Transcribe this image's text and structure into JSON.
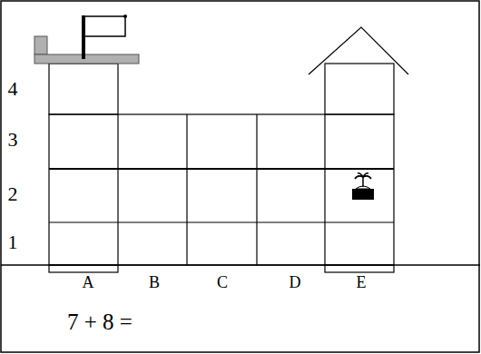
{
  "diagram": {
    "labels": [
      "4",
      "3",
      "2",
      "1",
      "A",
      "B",
      "C",
      "D",
      "E",
      "7 + 8 ="
    ]
  }
}
